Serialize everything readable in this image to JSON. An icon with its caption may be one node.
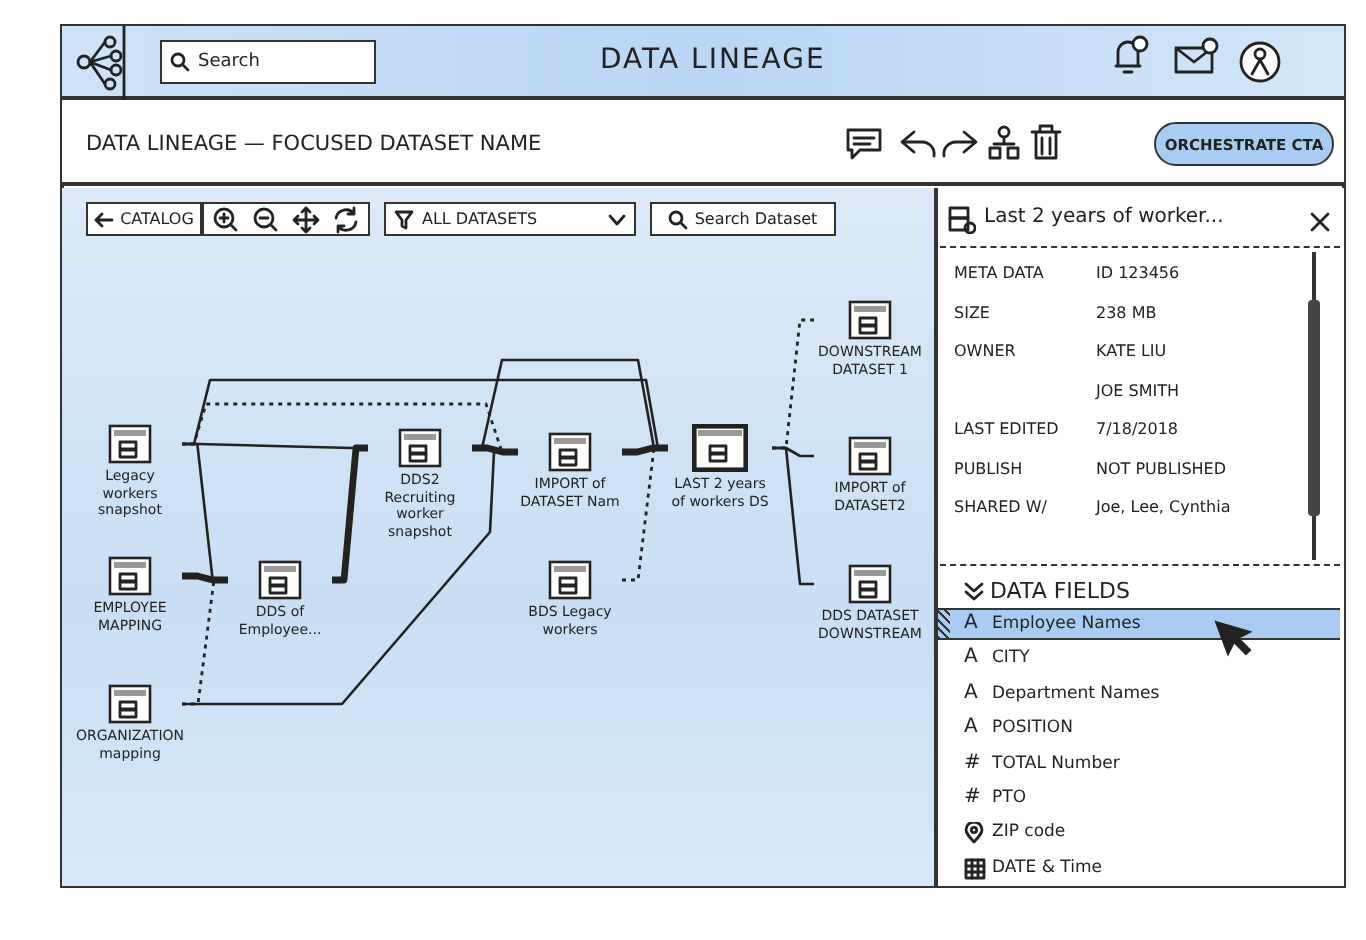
{
  "diagram": {
    "nodes": [
      {
        "text": [
          "Legacy workers snapshot"
        ]
      },
      {
        "text": [
          "EMPLOYEE MAPPING"
        ]
      },
      {
        "text": [
          "ORGANIZATION mapping"
        ]
      },
      {
        "text": [
          "DDS of Employee..."
        ]
      },
      {
        "text": [
          "DDS2 Recruiting worker snapshot"
        ]
      },
      {
        "text": [
          "IMPORT of DATASET Nam"
        ]
      },
      {
        "text": [
          "LAST 2 years of workers DS"
        ]
      },
      {
        "text": [
          "BDS Legacy workers"
        ]
      },
      {
        "text": [
          "DOWNSTREAM DATASET 1"
        ]
      },
      {
        "text": [
          "IMPORT of DATASET2"
        ]
      },
      {
        "text": [
          "DDS DATASET DOWNSTREAM"
        ]
      }
    ],
    "edges": [
      {
        "from": 0,
        "to": 3,
        "arrow": "none"
      },
      {
        "from": 0,
        "to": 4,
        "arrow": "none"
      },
      {
        "from": 0,
        "to": 6,
        "arrow": "none"
      },
      {
        "from": 0,
        "to": 5,
        "arrow": "none",
        "style": "dashed"
      },
      {
        "from": 1,
        "to": 3,
        "arrow": "none",
        "style": "thick"
      },
      {
        "from": 2,
        "to": 3,
        "arrow": "none",
        "style": "dashed"
      },
      {
        "from": 2,
        "to": 5,
        "arrow": "none"
      },
      {
        "from": 3,
        "to": 4,
        "arrow": "none",
        "style": "thick"
      },
      {
        "from": 4,
        "to": 5,
        "arrow": "none",
        "style": "thick"
      },
      {
        "from": 4,
        "to": 6,
        "arrow": "none"
      },
      {
        "from": 5,
        "to": 6,
        "arrow": "none",
        "style": "thick"
      },
      {
        "from": 7,
        "to": 6,
        "arrow": "none",
        "style": "dashed"
      },
      {
        "from": 6,
        "to": 8,
        "arrow": "none",
        "style": "dashed"
      },
      {
        "from": 6,
        "to": 9,
        "arrow": "none"
      },
      {
        "from": 6,
        "to": 10,
        "arrow": "none"
      }
    ],
    "labels": [
      "Search",
      "DATA LINEAGE",
      "DATA LINEAGE — FOCUSED DATASET NAME",
      "ORCHESTRATE CTA",
      "CATALOG",
      "ALL DATASETS",
      "Search Dataset",
      "Last 2 years of worker...",
      "META DATA",
      "ID 123456",
      "SIZE",
      "238 MB",
      "OWNER",
      "KATE LIU",
      "JOE SMITH",
      "LAST EDITED",
      "7/18/2018",
      "PUBLISH",
      "NOT PUBLISHED",
      "SHARED W/",
      "Joe, Lee, Cynthia",
      "DATA FIELDS",
      "A",
      "Employee Names",
      "A",
      "CITY",
      "A",
      "Department Names",
      "A",
      "POSITION",
      "#",
      "TOTAL Number",
      "#",
      "PTO",
      "ZIP code",
      "DATE & Time"
    ]
  }
}
